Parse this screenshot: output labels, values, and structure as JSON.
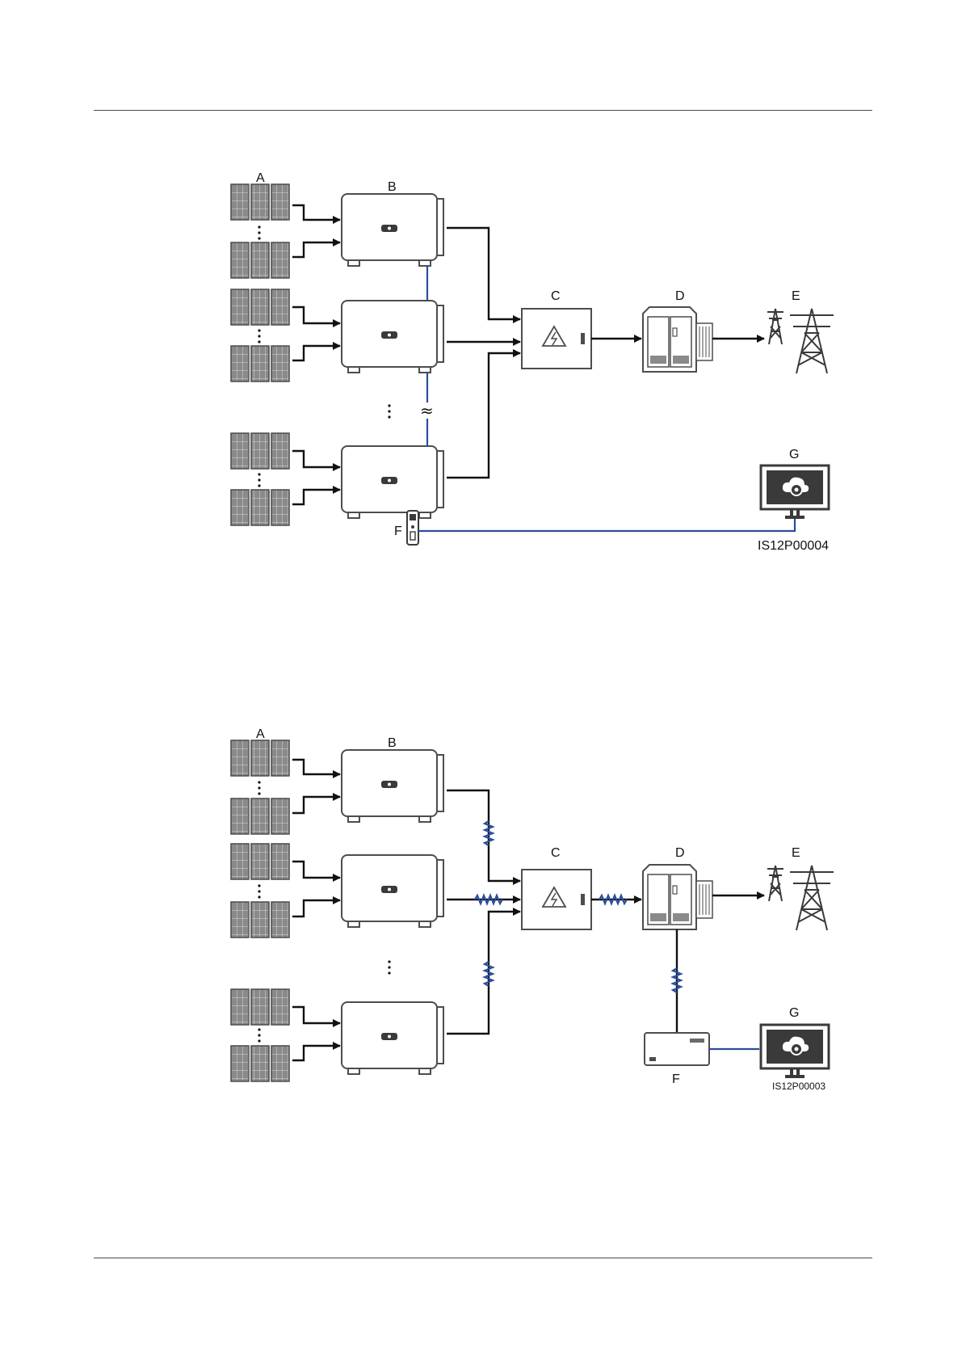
{
  "colors": {
    "ink": "#111111",
    "comm_line": "#2a4e9c",
    "panel_cell": "#8a8a8a",
    "panel_frame": "#4a4a4a",
    "device_face": "#ffffff",
    "device_edge": "#4d4d4d"
  },
  "icons": {
    "pv_string": "solar-panel-array-icon",
    "inverter": "inverter-icon",
    "ac_box": "ac-combiner-box-icon",
    "transformer": "box-transformer-icon",
    "grid": "power-grid-tower-icon",
    "management": "management-system-monitor-icon",
    "dongle": "smart-dongle-icon",
    "smartlogger": "smartlogger-icon",
    "wireless": "zigzag-plc-icon",
    "omission": "vertical-ellipsis-icon",
    "long_distance": "approx-break-icon"
  },
  "figure1": {
    "labels": {
      "a": "A",
      "b": "B",
      "c": "C",
      "d": "D",
      "e": "E",
      "f": "F",
      "g": "G"
    },
    "code": "IS12P00004"
  },
  "figure2": {
    "labels": {
      "a": "A",
      "b": "B",
      "c": "C",
      "d": "D",
      "e": "E",
      "f": "F",
      "g": "G"
    },
    "code": "IS12P00003"
  }
}
